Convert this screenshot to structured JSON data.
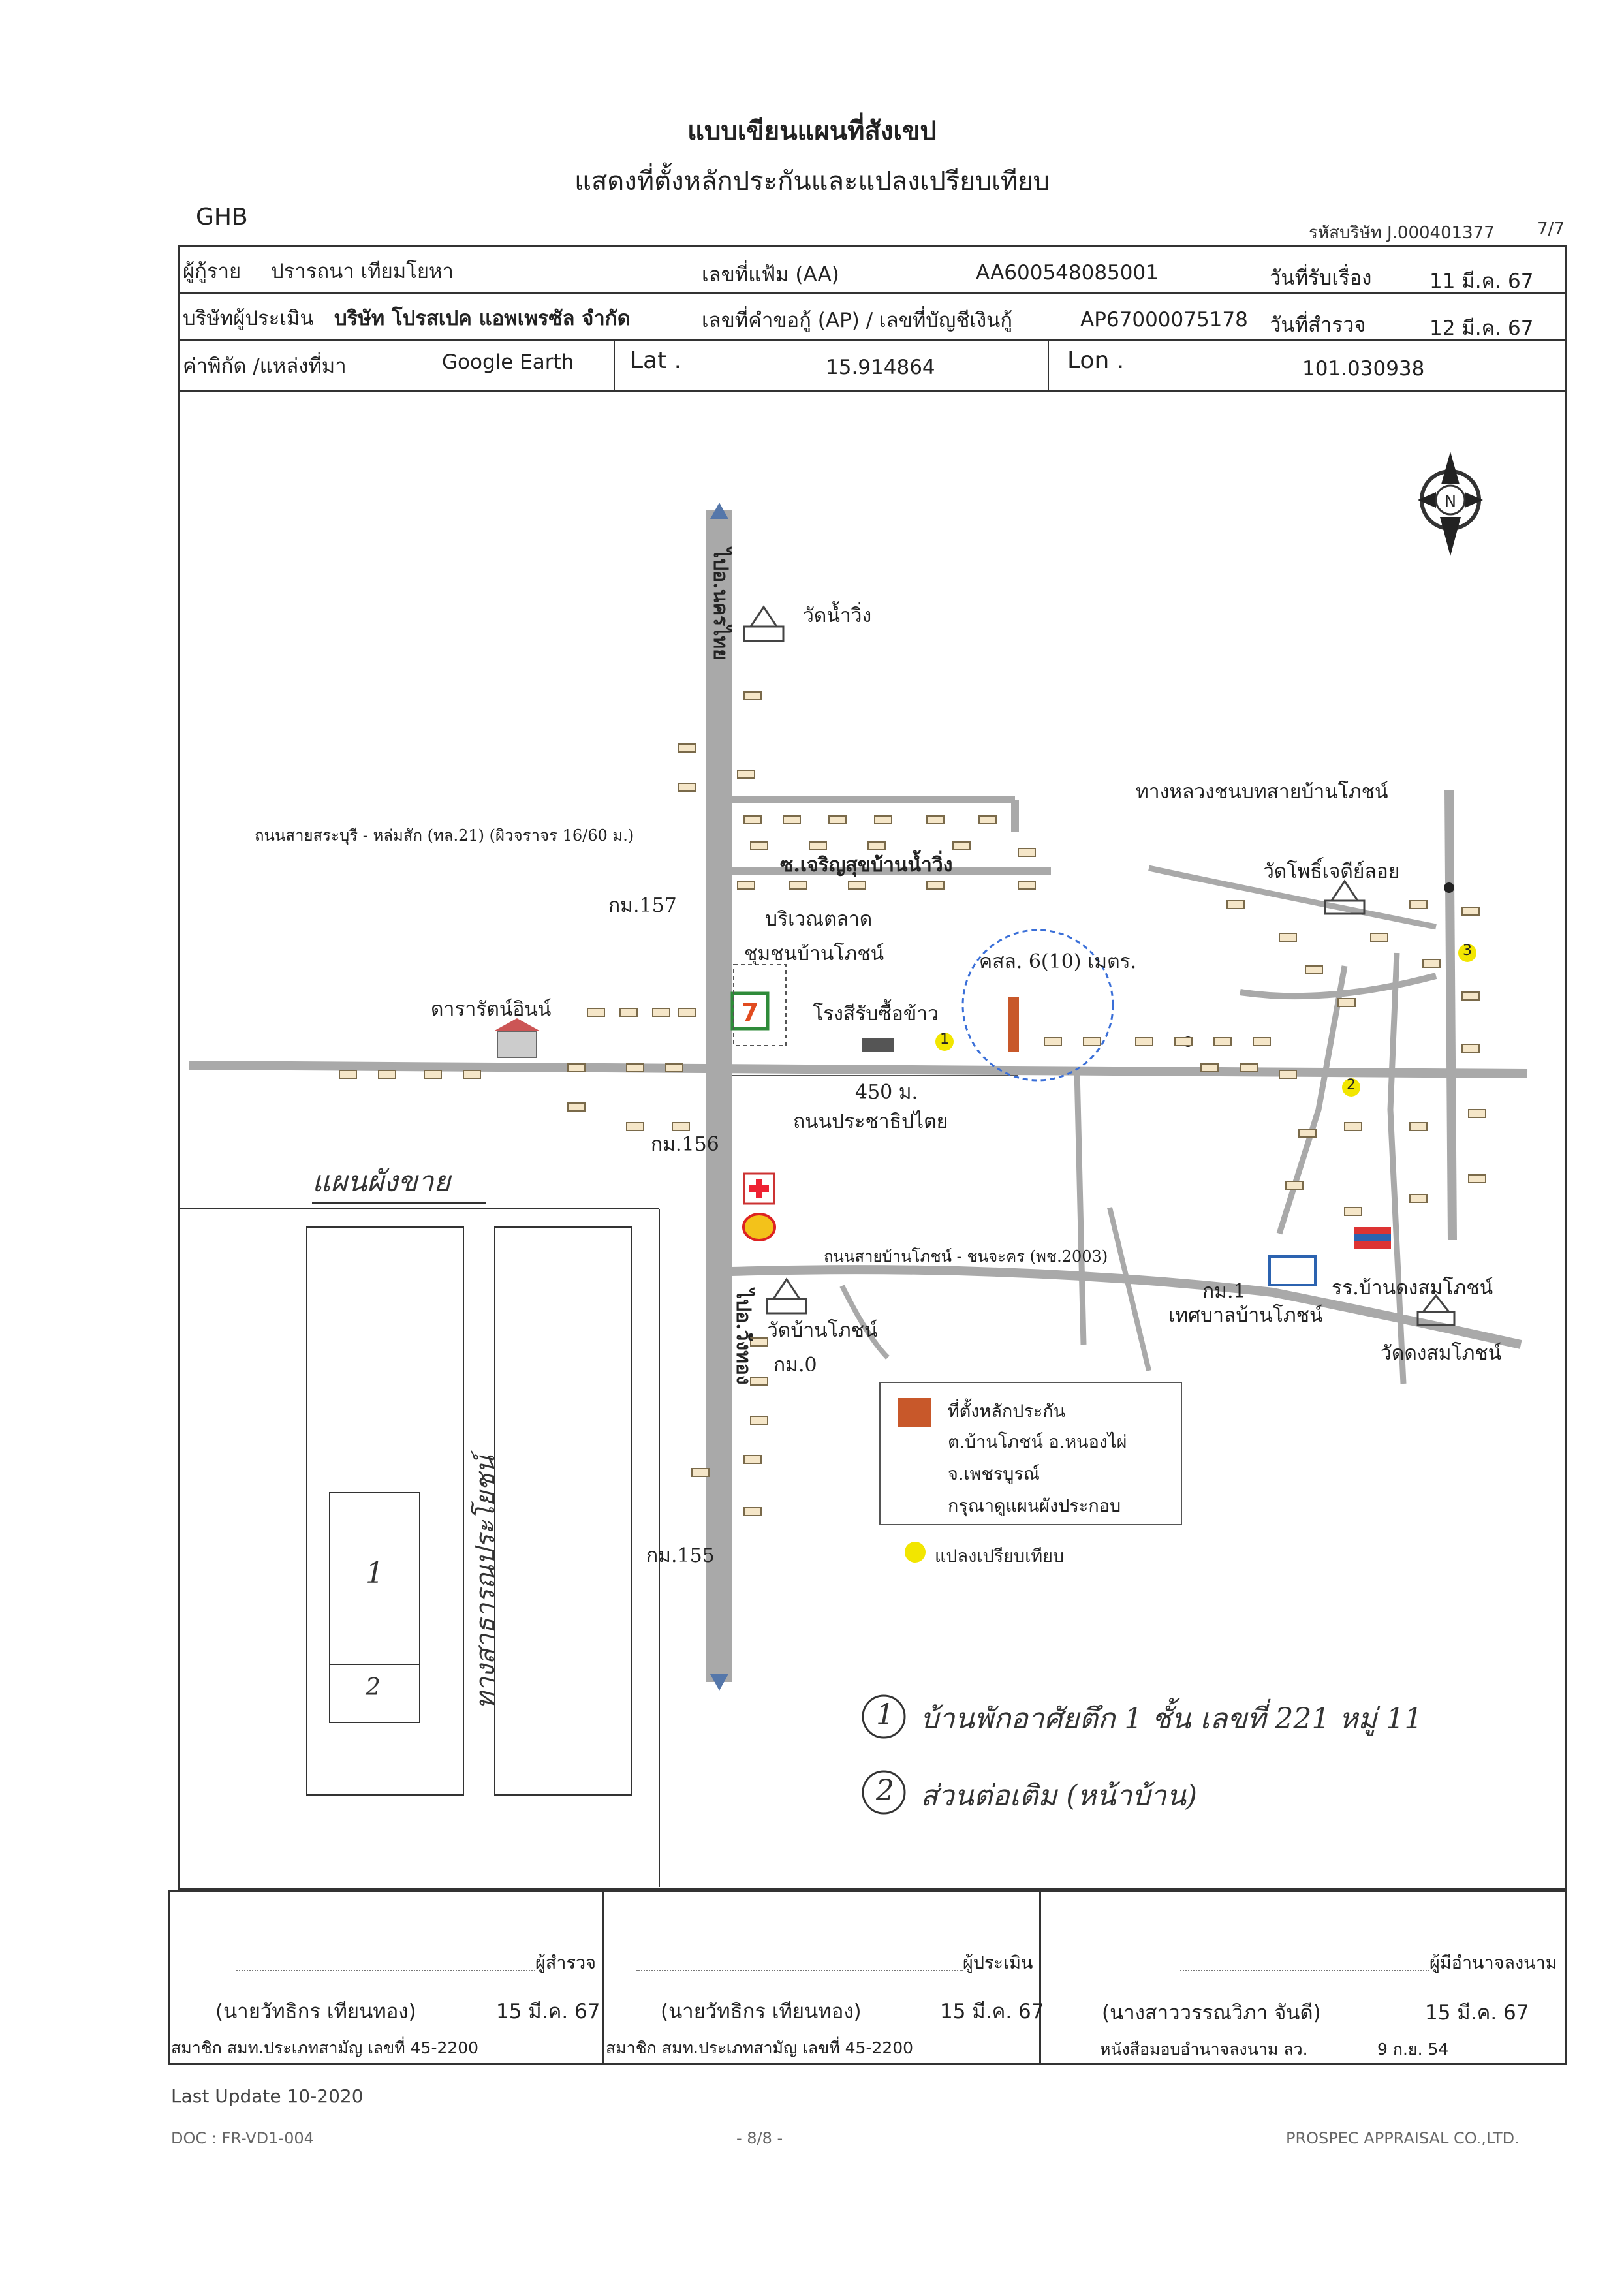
{
  "header": {
    "title": "แบบเขียนแผนที่สังเขป",
    "subtitle": "แสดงที่ตั้งหลักประกันและแปลงเปรียบเทียบ",
    "bank": "GHB",
    "company_code": "รหัสบริษัท J.000401377",
    "page_ref": "7/7"
  },
  "info": {
    "borrower_label": "ผู้กู้ราย",
    "borrower_name": "ปรารถนา เทียมโยหา",
    "file_no_label": "เลขที่แฟ้ม (AA)",
    "file_no": "AA600548085001",
    "received_label": "วันที่รับเรื่อง",
    "received_date": "11 มี.ค. 67",
    "appraiser_company_label": "บริษัทผู้ประเมิน",
    "appraiser_company": "บริษัท โปรสเปค แอพเพรซัล จำกัด",
    "ap_label": "เลขที่คำขอกู้ (AP) / เลขที่บัญชีเงินกู้",
    "ap_no": "AP67000075178",
    "survey_label": "วันที่สำรวจ",
    "survey_date": "12 มี.ค. 67",
    "coord_label": "ค่าพิกัด /แหล่งที่มา",
    "coord_source": "Google Earth",
    "lat_label": "Lat .",
    "lat": "15.914864",
    "lon_label": "Lon .",
    "lon": "101.030938"
  },
  "map": {
    "compass": "N",
    "labels": {
      "to_nakhon_thai": "ไปอ.นครไทย",
      "to_wang_thong": "ไปอ.วังทอง",
      "wat_nam_wing": "วัดน้ำวิ่ง",
      "highway_21": "ถนนสายสระบุรี - หล่มสัก (ทล.21) (ผิวจราจร 16/60 ม.)",
      "soi_charoen": "ซ.เจริญสุขบ้านน้ำวิ่ง",
      "km157": "กม.157",
      "market_area_1": "บริเวณตลาด",
      "market_area_2": "ชุมชนบ้านโภชน์",
      "rice_mill": "โรงสีรับซื้อข้าว",
      "kasl": "คสล. 6(10) เมตร.",
      "dara_rat": "ดารารัตน์อินน์",
      "distance_450": "450 ม.",
      "prachathipatai_rd": "ถนนประชาธิปไตย",
      "km156": "กม.156",
      "chonnabot_rd": "ทางหลวงชนบทสายบ้านโภชน์",
      "wat_phothi": "วัดโพธิ์เจดีย์ลอย",
      "ban_phot_rd": "ถนนสายบ้านโภชน์ - ชนจะคร (พช.2003)",
      "wat_ban_phot": "วัดบ้านโภชน์",
      "km0": "กม.0",
      "km1": "กม.1",
      "municipality": "เทศบาลบ้านโภชน์",
      "school": "รร.บ้านดงสมโภชน์",
      "wat_dong": "วัดดงสมโภชน์",
      "km155": "กม.155",
      "legend_collateral_1": "ที่ตั้งหลักประกัน",
      "legend_collateral_2": "ต.บ้านโภชน์ อ.หนองไผ่",
      "legend_collateral_3": "จ.เพชรบูรณ์",
      "legend_collateral_4": "กรุณาดูแผนผังประกอบ",
      "legend_comparable": "แปลงเปรียบเทียบ",
      "plan_title": "แผนผังขาย",
      "plan_road": "ทางสาธารณประโยชน์",
      "plan_plot1": "1",
      "plan_plot2": "2",
      "note1_num": "1",
      "note1_text": "บ้านพักอาศัยตึก 1 ชั้น เลขที่ 221 หมู่ 11",
      "note2_num": "2",
      "note2_text": "ส่วนต่อเติม (หน้าบ้าน)",
      "marker1": "1",
      "marker2": "2",
      "marker3": "3"
    }
  },
  "signatures": {
    "surveyor_label": "ผู้สำรวจ",
    "surveyor_name": "(นายวัทธิกร   เทียนทอง)",
    "surveyor_date": "15 มี.ค. 67",
    "surveyor_member": "สมาชิก สมท.ประเภทสามัญ เลขที่ 45-2200",
    "appraiser_label": "ผู้ประเมิน",
    "appraiser_name": "(นายวัทธิกร   เทียนทอง)",
    "appraiser_date": "15 มี.ค. 67",
    "appraiser_member": "สมาชิก สมท.ประเภทสามัญ เลขที่ 45-2200",
    "authorized_label": "ผู้มีอำนาจลงนาม",
    "authorized_name": "(นางสาววรรณวิภา จันดี)",
    "authorized_date": "15 มี.ค. 67",
    "authorized_letter": "หนังสือมอบอำนาจลงนาม ลว.",
    "authorized_letter_date": "9  ก.ย.  54"
  },
  "footer": {
    "last_update": "Last Update 10-2020",
    "doc_code": "DOC : FR-VD1-004",
    "page_no": "- 8/8 -",
    "company": "PROSPEC APPRAISAL CO.,LTD."
  },
  "colors": {
    "road": "#a9a9a9",
    "collateral": "#c8582a",
    "comparable": "#f2e600",
    "circle": "#3a6fd8"
  }
}
